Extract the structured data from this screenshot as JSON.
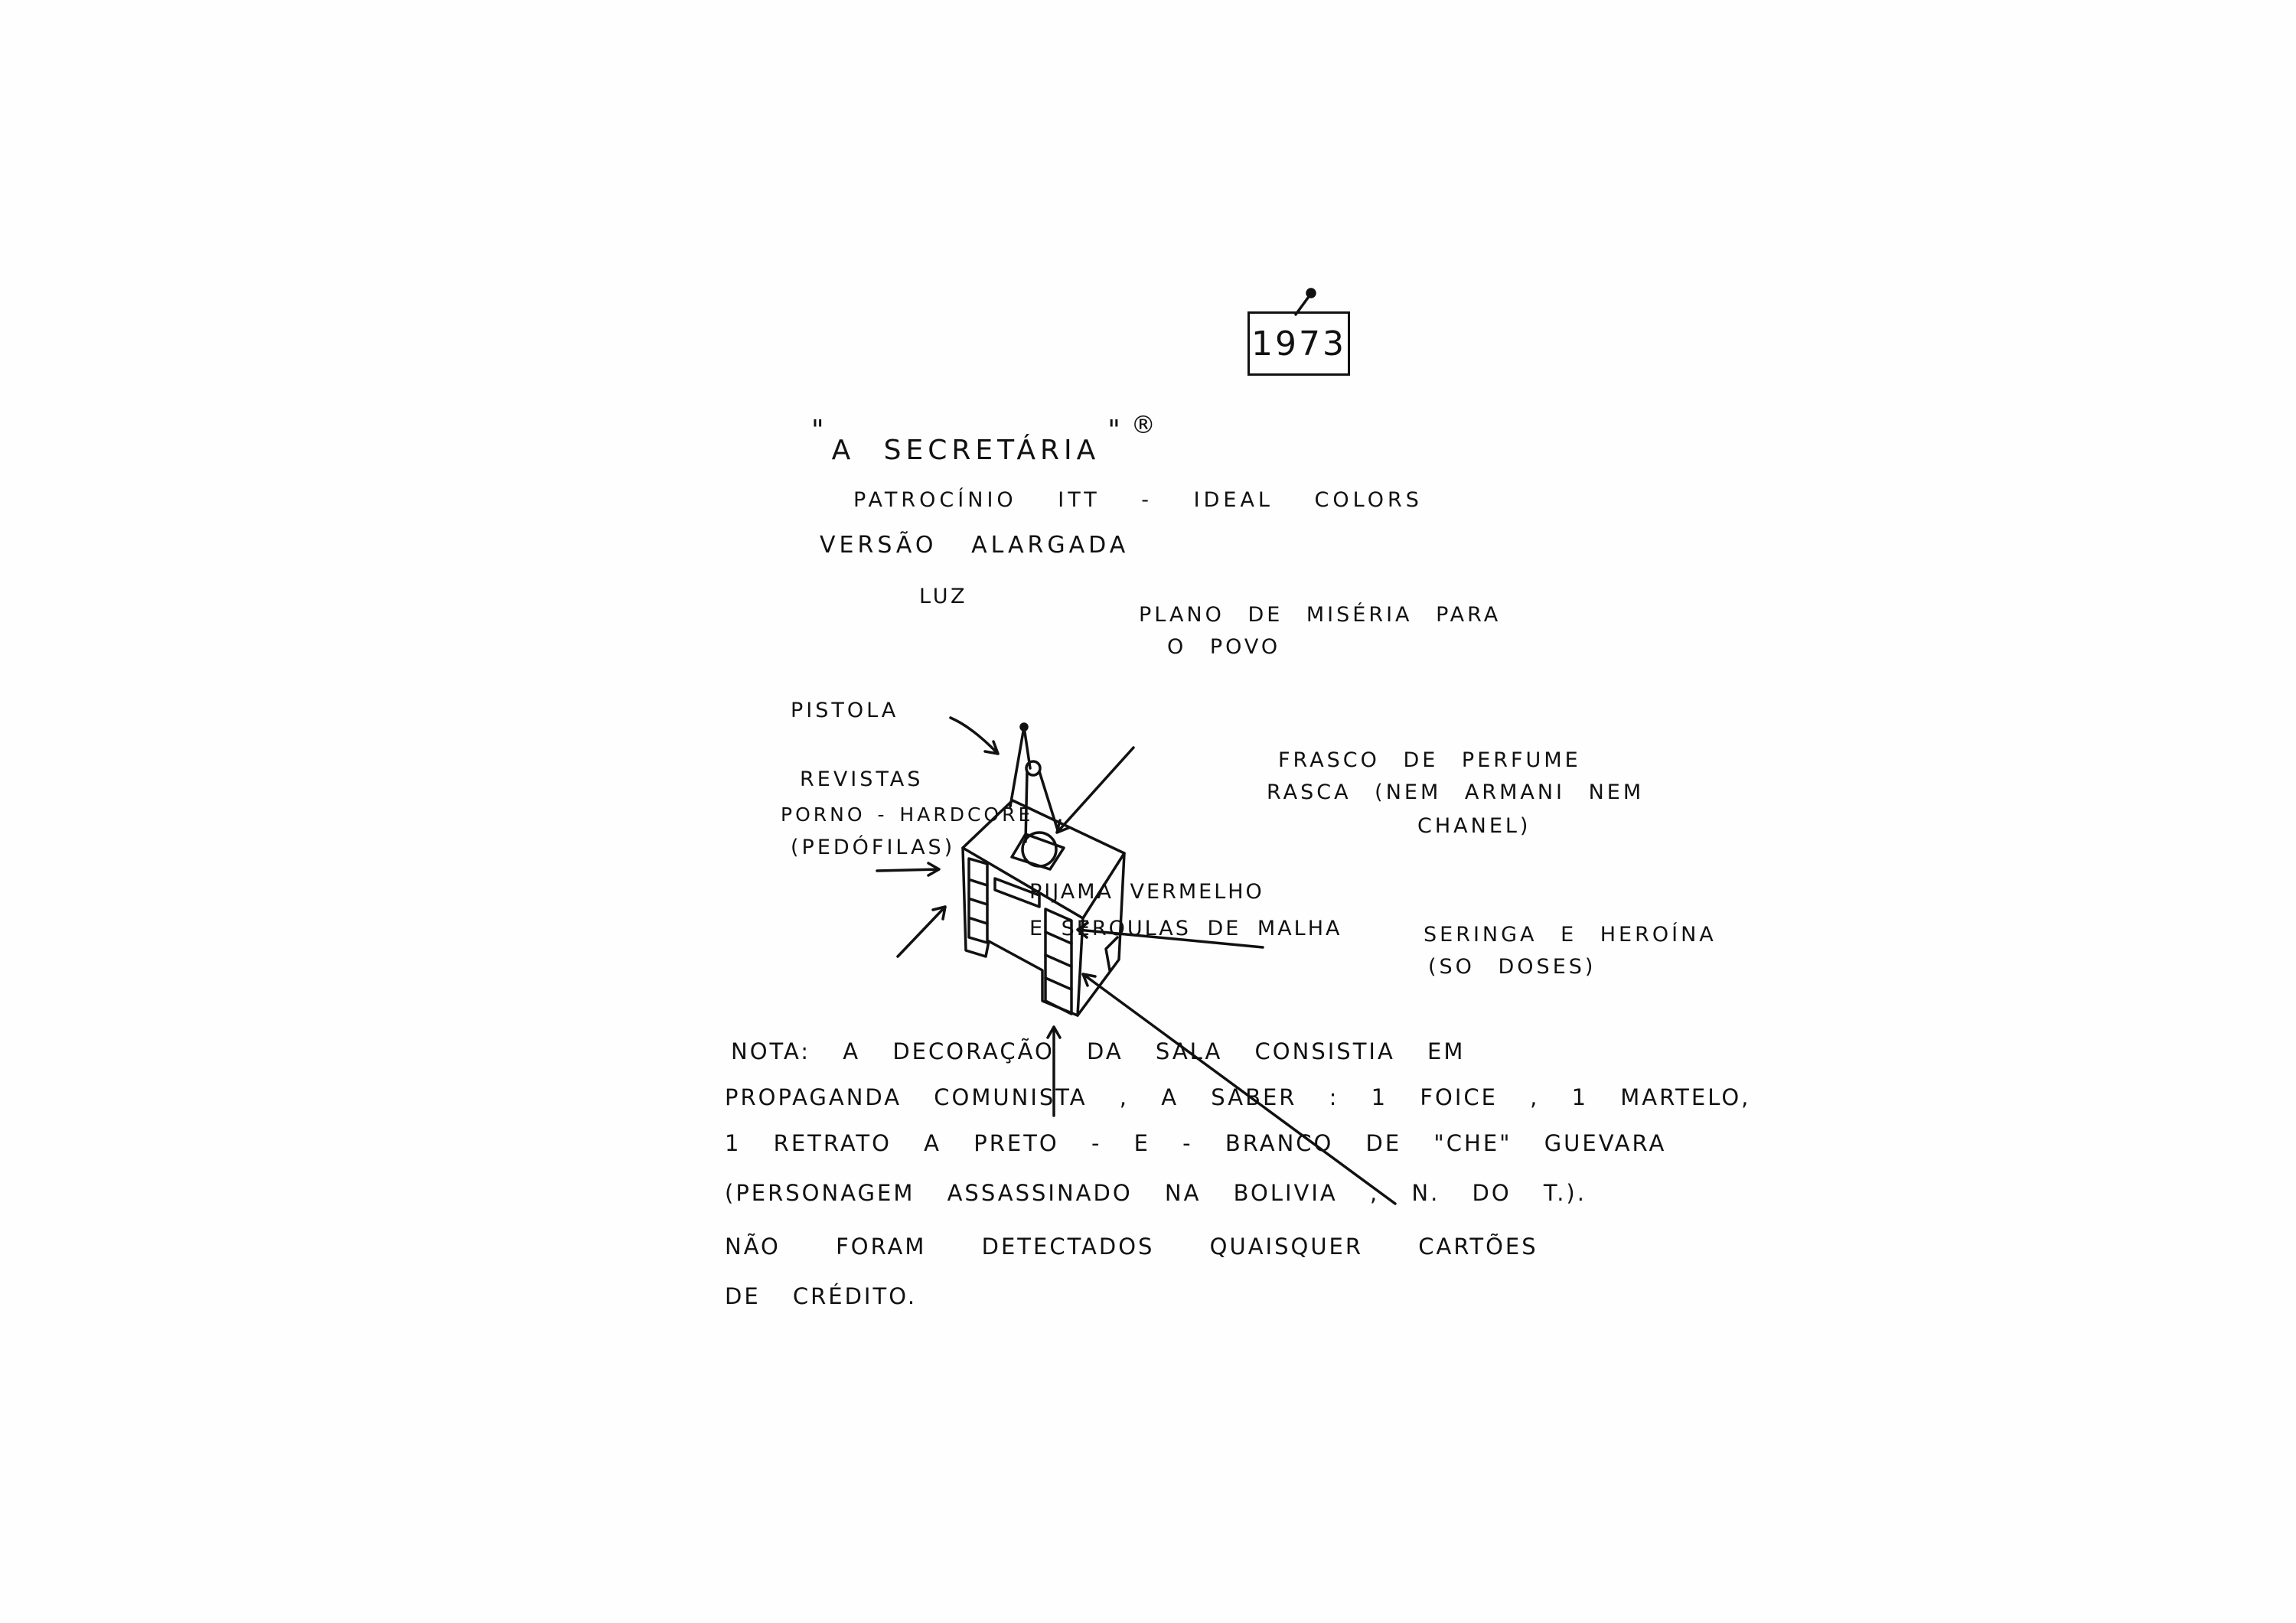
{
  "year": "1973",
  "title": {
    "open_quote": "\"",
    "text": "A SECRETÁRIA",
    "close_quote": "\"",
    "registered": "®"
  },
  "sponsor": "PATROCÍNIO ITT - IDEAL COLORS",
  "version": "VERSÃO ALARGADA",
  "labels": {
    "luz": "LUZ",
    "plano_1": "PLANO DE MISÉRIA PARA",
    "plano_2": "O POVO",
    "pistola": "PISTOLA",
    "revistas_1": "REVISTAS",
    "revistas_2": "PORNO - HARDCORE",
    "revistas_3": "(PEDÓFILAS)",
    "frasco_1": "FRASCO DE PERFUME",
    "frasco_2": "RASCA (NEM ARMANI NEM",
    "frasco_3": "CHANEL)",
    "pijama_1": "PIJAMA VERMELHO",
    "pijama_2": "E SEROULAS DE MALHA",
    "seringa_1": "SERINGA E HEROÍNA",
    "seringa_2": "(SO DOSES)"
  },
  "note": [
    "NOTA: A DECORAÇÃO DA SALA CONSISTIA EM",
    "PROPAGANDA COMUNISTA , A SABER : 1 FOICE , 1 MARTELO,",
    "1 RETRATO A PRETO - E - BRANCO DE \"CHE\" GUEVARA",
    "(PERSONAGEM ASSASSINADO NA BOLIVIA , N. DO T.).",
    "NÃO FORAM DETECTADOS QUAISQUER CARTÕES",
    "DE CRÉDITO."
  ]
}
